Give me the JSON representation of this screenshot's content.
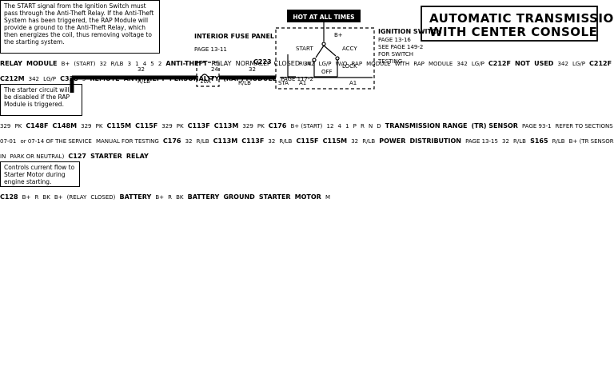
{
  "title": {
    "line1": "AUTOMATIC TRANSMISSION",
    "line2": "WITH CENTER CONSOLE"
  },
  "notes": {
    "start_signal": "The START signal from the Ignition Switch must pass through the Anti-Theft Relay. If the Anti-Theft System has been triggered, the RAP Module will provide a ground to the Anti-Theft Relay, which then energizes the coil, thus removing voltage to the starting system.",
    "hot_at_all_times": "HOT AT ALL TIMES",
    "starter_disabled": "The starter circuit will be disabled if the RAP Module is triggered.",
    "controls_current": "Controls current flow to Starter Motor during engine starting."
  },
  "fuse_panel": {
    "name": "INTERIOR FUSE PANEL",
    "page": "PAGE 13-11",
    "fuse_no": "24",
    "fuse_amp": "10A"
  },
  "ignition_switch": {
    "name": "IGNITION SWITCH",
    "page1": "PAGE 13-16",
    "page2": "SEE PAGE 149-2",
    "page3": "FOR SWITCH",
    "page4": "TESTING",
    "positions": [
      "B+",
      "START",
      "ACCY",
      "RUN",
      "OFF",
      "LOCK"
    ],
    "terminals": [
      "STA",
      "A1",
      "A1"
    ]
  },
  "relay": {
    "name_lines": [
      "ANTI-THEFT",
      "RELAY",
      "NORMALLY",
      "CLOSED"
    ],
    "module_label": [
      "RELAY",
      "MODULE"
    ],
    "start_label": "(START)",
    "pins": [
      "3",
      "1",
      "4",
      "5",
      "2"
    ]
  },
  "rap": {
    "wo_lines": [
      "W/O",
      "RAP",
      "MODULE"
    ],
    "with_lines": [
      "WITH",
      "RAP",
      "MODULE"
    ],
    "not_used": [
      "NOT",
      "USED"
    ],
    "remote_lines": [
      "REMOTE",
      "ANTI-THEFT",
      "PERSONALITY",
      "(RAP) MODULE",
      "PAGE 117-2"
    ],
    "pin": "3"
  },
  "wires": {
    "w32": "32",
    "rlb": "R/LB",
    "w329": "329",
    "pk": "PK",
    "w342": "342",
    "lgp": "LG/P",
    "r": "R",
    "bk": "BK",
    "b_plus": "B+"
  },
  "connectors": {
    "c223": "C223",
    "c212f": "C212F",
    "c212m": "C212M",
    "c338": "C338",
    "c148f": "C148F",
    "c148m": "C148M",
    "c115m": "C115M",
    "c115f": "C115F",
    "c113f": "C113F",
    "c113m": "C113M",
    "c176": "C176",
    "s165": "S165",
    "c127": "C127",
    "c128": "C128"
  },
  "tr_sensor": {
    "label": "B+ (START)",
    "name_lines": [
      "TRANSMISSION RANGE",
      "(TR) SENSOR",
      "PAGE 93-1",
      "REFER TO SECTIONS 07-01",
      "or 07-14 OF THE SERVICE",
      "MANUAL FOR TESTING"
    ],
    "positions": [
      "P",
      "R",
      "N",
      "D"
    ],
    "pins": [
      "12",
      "4",
      "1"
    ]
  },
  "power_dist": {
    "lines": [
      "POWER",
      "DISTRIBUTION",
      "PAGE 13-15"
    ]
  },
  "starter_relay": {
    "top_lines": [
      "B+ (TR SENSOR IN",
      "PARK OR NEUTRAL)"
    ],
    "name_lines": [
      "STARTER",
      "RELAY"
    ],
    "bottom_lines": [
      "B+",
      "(RELAY",
      "CLOSED)"
    ]
  },
  "battery": {
    "name": "BATTERY",
    "ground": [
      "BATTERY",
      "GROUND"
    ]
  },
  "starter_motor": {
    "name_lines": [
      "STARTER",
      "MOTOR"
    ],
    "m": "M"
  }
}
